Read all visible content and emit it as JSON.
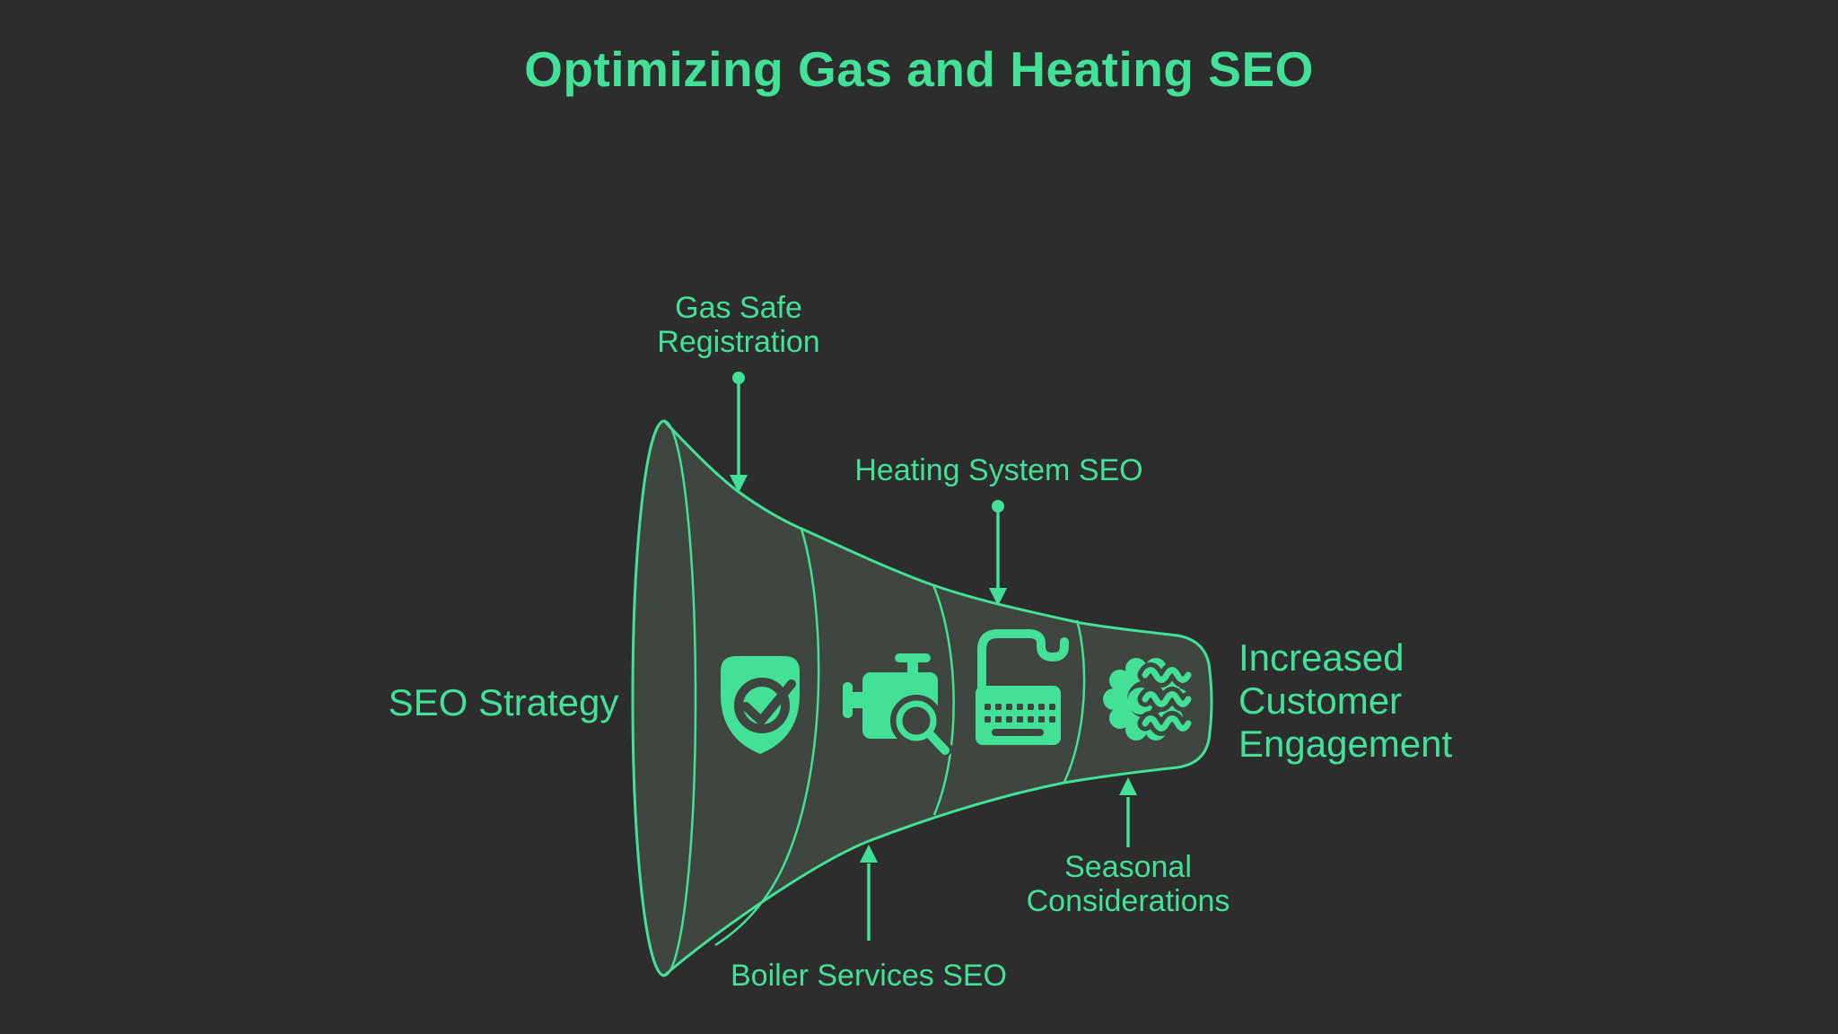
{
  "theme": {
    "background": "#2d2d2d",
    "accent": "#43e097",
    "funnel-fill": "#3e463f"
  },
  "title": "Optimizing Gas and Heating SEO",
  "funnel": {
    "input_label": "SEO Strategy",
    "output_label": "Increased\nCustomer\nEngagement",
    "stages": [
      {
        "label": "Gas Safe\nRegistration",
        "icon": "shield-check-icon",
        "label_position": "top"
      },
      {
        "label": "Boiler Services SEO",
        "icon": "engine-search-icon",
        "label_position": "bottom"
      },
      {
        "label": "Heating System SEO",
        "icon": "keyboard-icon",
        "label_position": "top"
      },
      {
        "label": "Seasonal\nConsiderations",
        "icon": "gear-heat-waves-icon",
        "label_position": "bottom"
      }
    ]
  }
}
